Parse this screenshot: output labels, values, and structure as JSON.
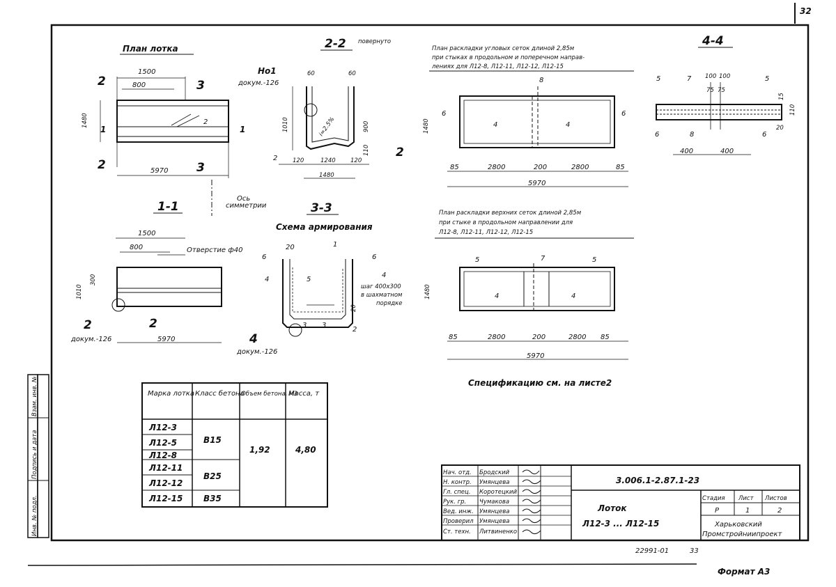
{
  "page_number": "32",
  "format_label": "Формат А3",
  "archive_number": "22991-01",
  "archive_page": "33",
  "side_stamp": [
    "Инв. № подл.",
    "Подпись и дата",
    "Взам. инв. №"
  ],
  "plan": {
    "title": "План лотка",
    "dim_top": "1500",
    "dim_inner": "800",
    "dim_height": "1480",
    "dim_total": "5970",
    "cut2": "2",
    "cut3": "3",
    "cut1": "1",
    "rebar_label": "2"
  },
  "section22": {
    "title": "2-2",
    "subtitle": "повернуто",
    "node_label": "Но1",
    "node_doc": "докум.-126",
    "dim_60a": "60",
    "dim_60b": "60",
    "dim_1010": "1010",
    "dim_900": "900",
    "dim_110": "110",
    "slope": "i=2.5%",
    "dim_120a": "120",
    "dim_1240": "1240",
    "dim_120b": "120",
    "dim_1480": "1480",
    "mark_left": "2",
    "mark_right": "2"
  },
  "axis_label": [
    "Ось",
    "симметрии"
  ],
  "section11": {
    "title": "1-1",
    "dim_1500": "1500",
    "dim_800": "800",
    "hole_label": "Отверстие ф40",
    "dim_300": "300",
    "dim_1010": "1010",
    "mark2a": "2",
    "doc": "докум.-126",
    "mark2b": "2",
    "dim_5970": "5970"
  },
  "section33": {
    "title": "3-3",
    "subtitle": "Схема армирования",
    "dim_20": "20",
    "dim_20b": "20",
    "marks": [
      "6",
      "1",
      "6",
      "4",
      "5",
      "4",
      "3",
      "3",
      "2"
    ],
    "step_note": [
      "шаг 400х300",
      "в шахматном",
      "порядке"
    ],
    "doc_mark": "4",
    "doc": "докум.-126"
  },
  "corner_mesh": {
    "title_lines": [
      "План раскладки угловых сеток длиной 2,85м",
      "при стыках в продольном и поперечном направ-",
      "лениях для  Л12-8, Л12-11, Л12-12, Л12-15"
    ],
    "mark8": "8",
    "mark6a": "6",
    "mark6b": "6",
    "mark4a": "4",
    "mark4b": "4",
    "dim_1480": "1480",
    "dims": [
      "85",
      "2800",
      "200",
      "2800",
      "85"
    ],
    "dim_total": "5970"
  },
  "section44": {
    "title": "4-4",
    "marks_top": [
      "5",
      "7",
      "100",
      "100",
      "5"
    ],
    "dims_small": [
      "75",
      "75"
    ],
    "dim_15": "15",
    "dim_110": "110",
    "dim_20": "20",
    "marks_bottom": [
      "6",
      "8",
      "6"
    ],
    "dims_bottom": [
      "400",
      "400"
    ]
  },
  "top_mesh": {
    "title_lines": [
      "План раскладки верхних сеток длиной 2,85м",
      "при стыке в продольном направлении для",
      "Л12-8, Л12-11, Л12-12, Л12-15"
    ],
    "mark5a": "5",
    "mark7": "7",
    "mark5b": "5",
    "mark4a": "4",
    "mark4b": "4",
    "dim_1480": "1480",
    "dims": [
      "85",
      "2800",
      "200",
      "2800",
      "85"
    ],
    "dim_total": "5970"
  },
  "spec_note": "Спецификацию см. на листе2",
  "table": {
    "headers": [
      "Марка лотка",
      "Класс бетона",
      "Объем бетона, м3",
      "Масса, т"
    ],
    "marks": [
      "Л12-3",
      "Л12-5",
      "Л12-8",
      "Л12-11",
      "Л12-12",
      "Л12-15"
    ],
    "classes": [
      "В15",
      "В25",
      "В35"
    ],
    "volume": "1,92",
    "mass": "4,80"
  },
  "title_block": {
    "roles": [
      "Нач. отд.",
      "Н. контр.",
      "Гл. спец.",
      "Рук. гр.",
      "Вед. инж.",
      "Проверил",
      "Ст. техн."
    ],
    "names": [
      "Бродский",
      "Умянцева",
      "Коротецкий",
      "Чумакова",
      "Умянцева",
      "Умянцева",
      "Литвиненко"
    ],
    "doc_code": "3.006.1-2.87.1-23",
    "product": "Лоток",
    "range": "Л12-3 ... Л12-15",
    "stage_header": "Стадия",
    "sheet_header": "Лист",
    "sheets_header": "Листов",
    "stage": "Р",
    "sheet": "1",
    "sheets": "2",
    "org_line1": "Харьковский",
    "org_line2": "Промстройниипроект"
  }
}
